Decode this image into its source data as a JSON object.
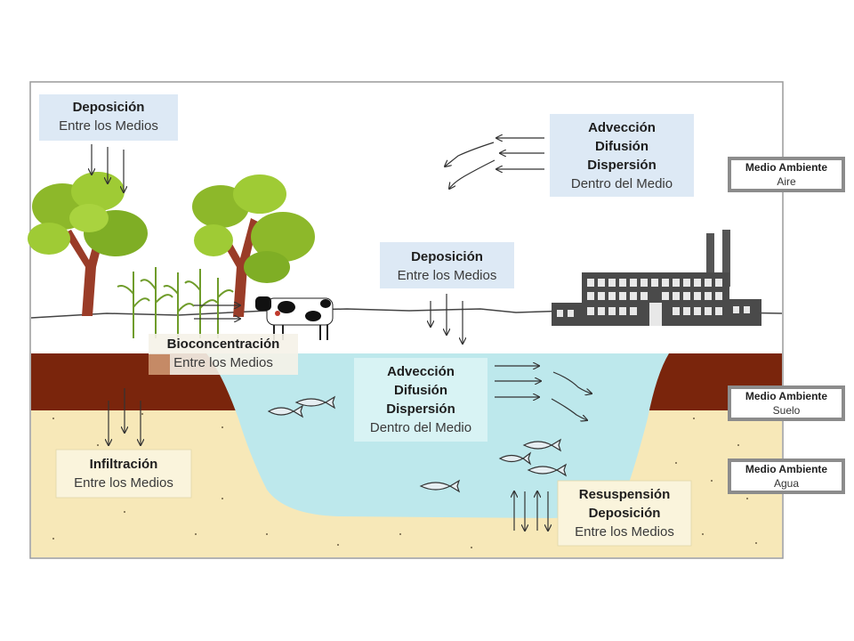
{
  "labels": {
    "dep_air": {
      "bold": "Deposición",
      "sub": "Entre los Medios"
    },
    "adv_air": {
      "lines": [
        "Advección",
        "Difusión",
        "Dispersión"
      ],
      "sub": "Dentro del Medio"
    },
    "dep_mid": {
      "bold": "Deposición",
      "sub": "Entre los Medios"
    },
    "bioconc": {
      "bold": "Bioconcentración",
      "sub": "Entre los Medios"
    },
    "adv_water": {
      "lines": [
        "Advección",
        "Difusión",
        "Dispersión"
      ],
      "sub": "Dentro del Medio"
    },
    "infil": {
      "bold": "Infiltración",
      "sub": "Entre los Medios"
    },
    "resus": {
      "lines": [
        "Resuspensión",
        "Deposición"
      ],
      "sub": "Entre los Medios"
    }
  },
  "legend": {
    "air": {
      "title": "Medio Ambiente",
      "sub": "Aire"
    },
    "soil": {
      "title": "Medio Ambiente",
      "sub": "Suelo"
    },
    "water": {
      "title": "Medio Ambiente",
      "sub": "Agua"
    }
  },
  "colors": {
    "sand": "#f7e8b8",
    "soil": "#7a250c",
    "water": "#bde8ec",
    "label_bg": "#dde9f5",
    "tree": "#8db82a",
    "trunk": "#9a3c28"
  }
}
